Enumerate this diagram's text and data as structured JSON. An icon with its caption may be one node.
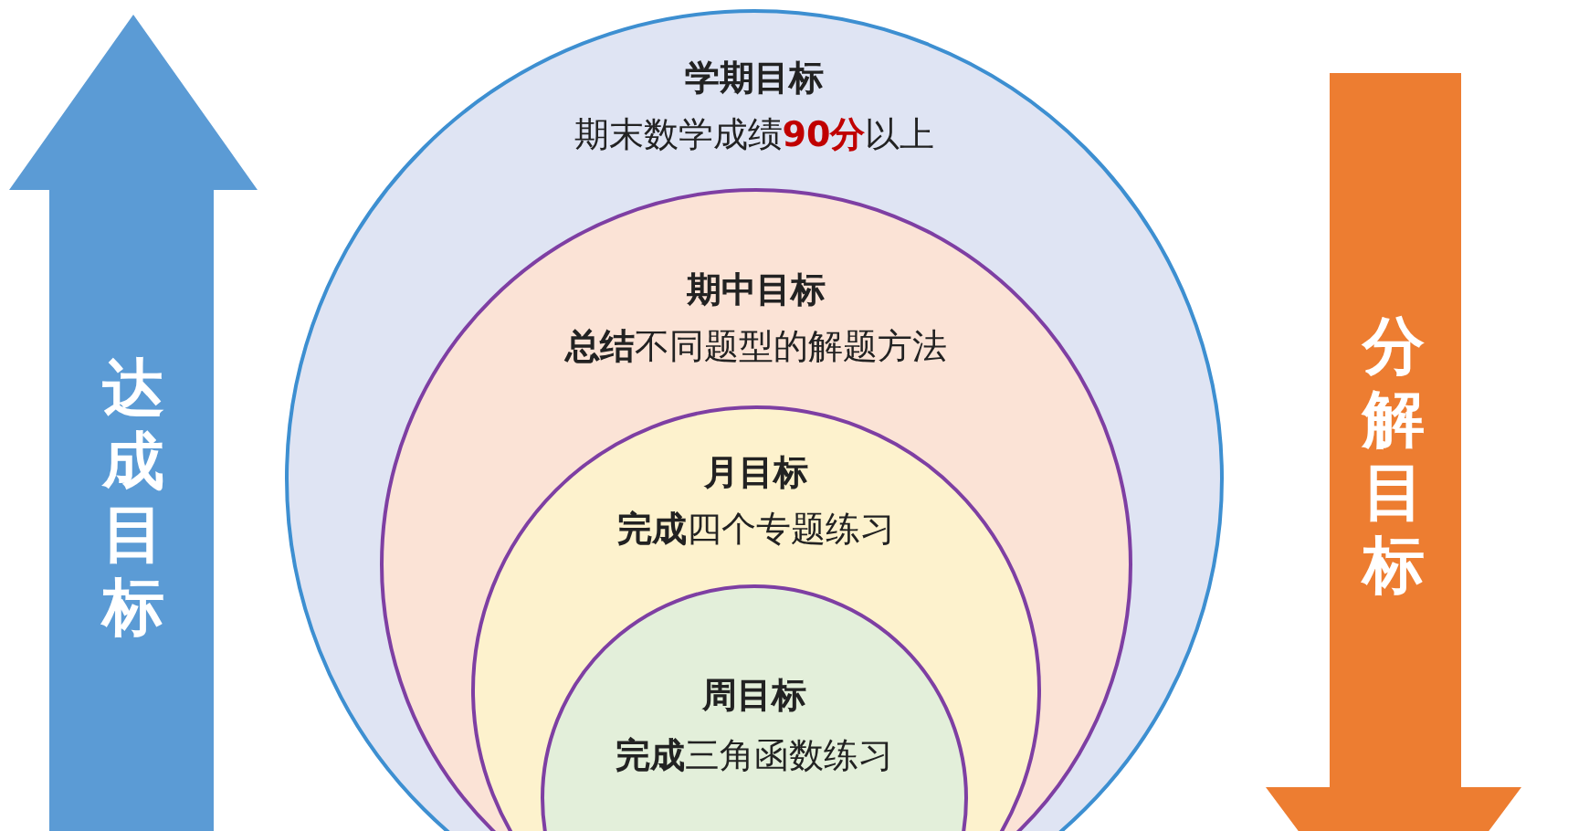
{
  "diagram": {
    "nodes": [
      {
        "text": [
          "达成目标"
        ]
      },
      {
        "text": [
          "学期目标",
          "期末数学成绩**90分**以上"
        ]
      },
      {
        "text": [
          "期中目标",
          "**总结**不同题型的解题方法"
        ],
        "in": 1
      },
      {
        "text": [
          "月目标",
          "**完成**四个专题练习"
        ],
        "in": 2
      },
      {
        "text": [
          "周目标",
          "**完成**三角函数练习"
        ],
        "in": 3
      },
      {
        "text": [
          "分解目标"
        ]
      }
    ],
    "edges": []
  }
}
